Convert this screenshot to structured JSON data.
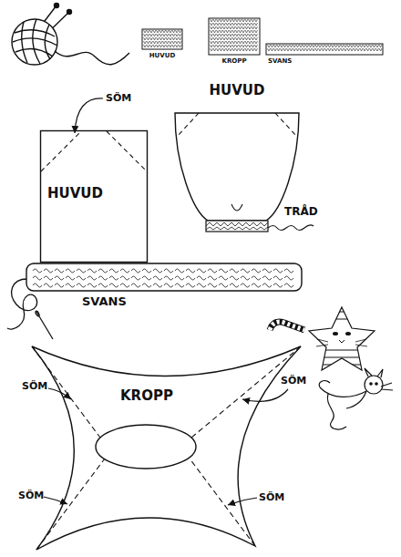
{
  "diagram": {
    "nodes": [
      {
        "text": [
          "HUVUD"
        ]
      },
      {
        "text": [
          "KROPP"
        ]
      },
      {
        "text": [
          "SVANS"
        ]
      },
      {
        "text": [
          "HUVUD"
        ]
      },
      {
        "text": [
          "HUVUD"
        ]
      },
      {
        "text": [
          "SVANS"
        ]
      },
      {
        "text": [
          "KROPP"
        ]
      }
    ],
    "labels": [
      "SÖM",
      "TRÅD",
      "SÖM",
      "SÖM",
      "SÖM",
      "SÖM"
    ]
  }
}
